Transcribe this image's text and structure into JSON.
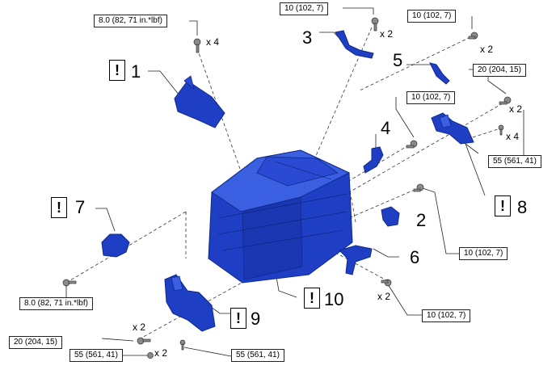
{
  "colors": {
    "part": "#1e3fc4",
    "partDark": "#0f2a8c",
    "line": "#333333",
    "hw": "#777777"
  },
  "torque": [
    "8.0 (82, 71 in.*lbf)",
    "10 (102, 7)",
    "10 (102, 7)",
    "20 (204, 15)",
    "10 (102, 7)",
    "55 (561, 41)",
    "10 (102, 7)",
    "10 (102, 7)",
    "8.0 (82, 71 in.*lbf)",
    "20 (204, 15)",
    "55 (561, 41)",
    "55 (561, 41)"
  ],
  "qty": [
    "x 4",
    "x 2",
    "x 2",
    "x 2",
    "x 4",
    "x 2",
    "x 2",
    "x 2"
  ],
  "warn": "!",
  "parts": [
    "1",
    "2",
    "3",
    "4",
    "5",
    "6",
    "7",
    "8",
    "9",
    "10"
  ]
}
